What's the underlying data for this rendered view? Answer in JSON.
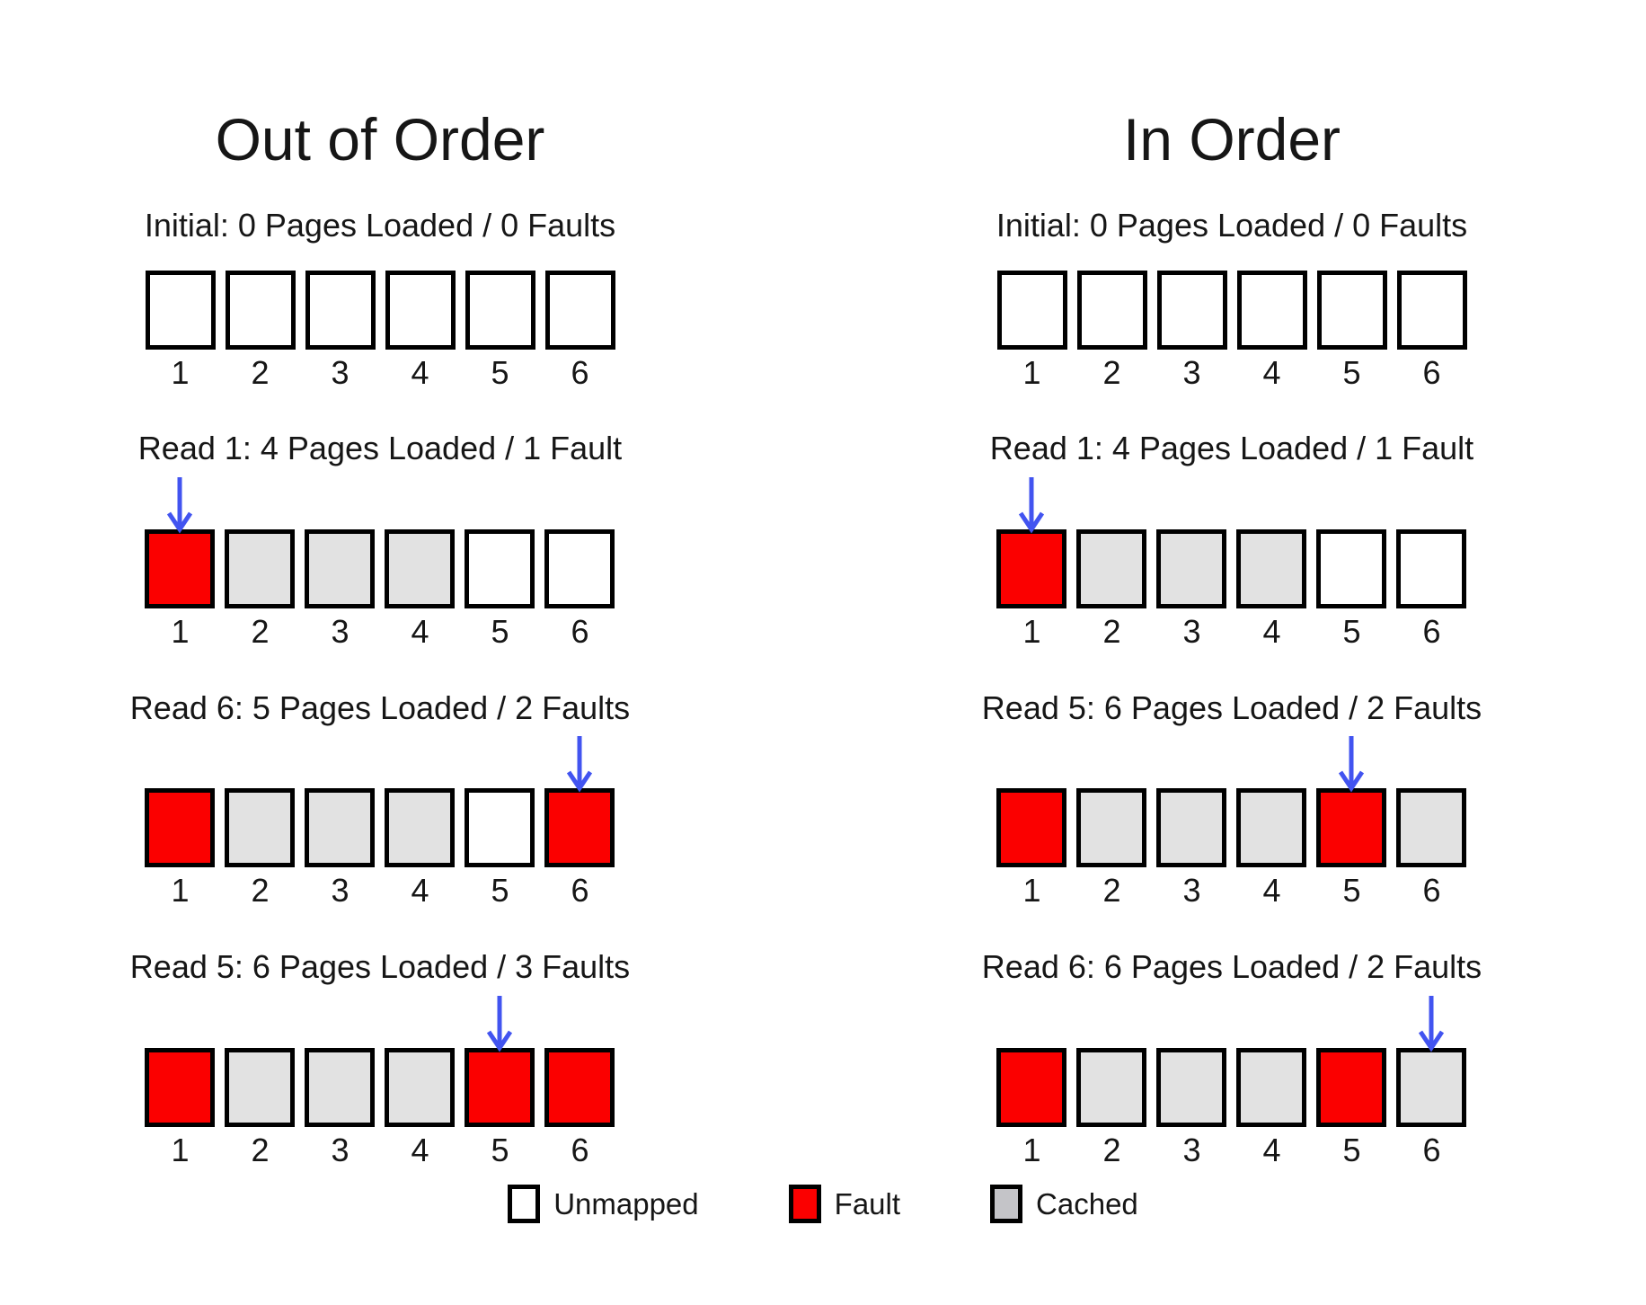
{
  "columns": [
    {
      "title": "Out of Order",
      "steps": [
        {
          "label": "Initial: 0 Pages Loaded / 0 Faults",
          "arrow_page": null,
          "cells": [
            "unmapped",
            "unmapped",
            "unmapped",
            "unmapped",
            "unmapped",
            "unmapped"
          ]
        },
        {
          "label": "Read 1: 4 Pages Loaded / 1 Fault",
          "arrow_page": 1,
          "cells": [
            "fault",
            "cached",
            "cached",
            "cached",
            "unmapped",
            "unmapped"
          ]
        },
        {
          "label": "Read 6: 5 Pages Loaded / 2 Faults",
          "arrow_page": 6,
          "cells": [
            "fault",
            "cached",
            "cached",
            "cached",
            "unmapped",
            "fault"
          ]
        },
        {
          "label": "Read 5: 6 Pages Loaded / 3 Faults",
          "arrow_page": 5,
          "cells": [
            "fault",
            "cached",
            "cached",
            "cached",
            "fault",
            "fault"
          ]
        }
      ]
    },
    {
      "title": "In Order",
      "steps": [
        {
          "label": "Initial: 0 Pages Loaded / 0 Faults",
          "arrow_page": null,
          "cells": [
            "unmapped",
            "unmapped",
            "unmapped",
            "unmapped",
            "unmapped",
            "unmapped"
          ]
        },
        {
          "label": "Read 1: 4 Pages Loaded / 1 Fault",
          "arrow_page": 1,
          "cells": [
            "fault",
            "cached",
            "cached",
            "cached",
            "unmapped",
            "unmapped"
          ]
        },
        {
          "label": "Read 5: 6 Pages Loaded / 2 Faults",
          "arrow_page": 5,
          "cells": [
            "fault",
            "cached",
            "cached",
            "cached",
            "fault",
            "cached"
          ]
        },
        {
          "label": "Read 6: 6 Pages Loaded / 2 Faults",
          "arrow_page": 6,
          "cells": [
            "fault",
            "cached",
            "cached",
            "cached",
            "fault",
            "cached"
          ]
        }
      ]
    }
  ],
  "page_numbers": [
    "1",
    "2",
    "3",
    "4",
    "5",
    "6"
  ],
  "legend": [
    {
      "label": "Unmapped",
      "state": "unmapped"
    },
    {
      "label": "Fault",
      "state": "fault"
    },
    {
      "label": "Cached",
      "state": "cached"
    }
  ],
  "colors": {
    "fault": "#fb0000",
    "cached": "#e2e2e2",
    "legend_cached": "#c4c4c8",
    "unmapped": "#ffffff",
    "arrow": "#4254f0",
    "border": "#000000",
    "text": "#161616"
  }
}
